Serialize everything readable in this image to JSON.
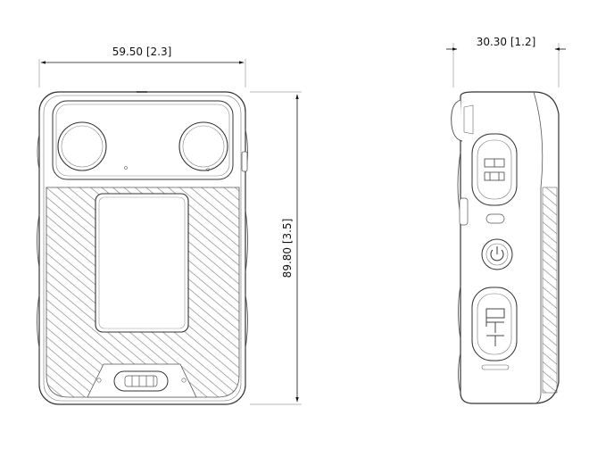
{
  "dimensions": {
    "width": "59.50  [2.3]",
    "height": "89.80  [3.5]",
    "depth": "30.30  [1.2]"
  },
  "colors": {
    "ink": "#111111",
    "outline": "#444444",
    "hatch": "#888888",
    "background": "#ffffff"
  },
  "views": [
    "front-view",
    "side-view"
  ],
  "icons": [
    "camera-lens-icon",
    "power-icon",
    "ptt-button-icon",
    "record-button-icon"
  ]
}
